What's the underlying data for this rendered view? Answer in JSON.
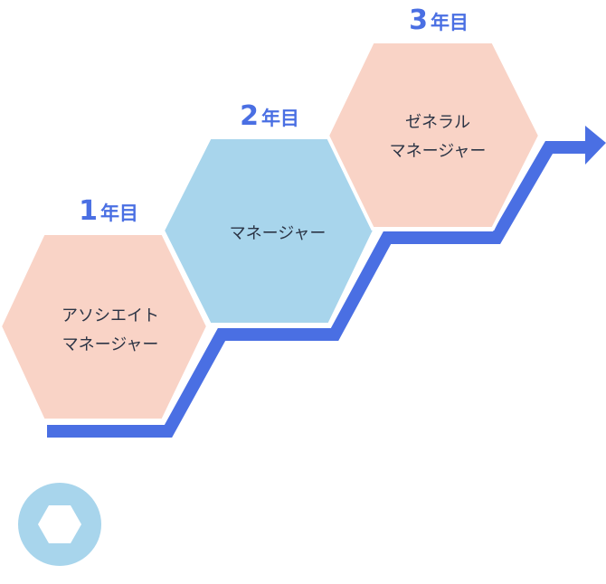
{
  "colors": {
    "accent": "#4a6fe3",
    "hex_peach": "#f9d3c6",
    "hex_blue": "#a8d5ec",
    "text": "#2b3445",
    "badge": "#a8d5ec"
  },
  "steps": [
    {
      "year_number": "1",
      "year_suffix": "年目",
      "lines": [
        "アソシエイト",
        "マネージャー"
      ],
      "color": "#f9d3c6"
    },
    {
      "year_number": "2",
      "year_suffix": "年目",
      "lines": [
        "マネージャー"
      ],
      "color": "#a8d5ec"
    },
    {
      "year_number": "3",
      "year_suffix": "年目",
      "lines": [
        "ゼネラル",
        "マネージャー"
      ],
      "color": "#f9d3c6"
    }
  ],
  "arrow_icon": "arrow-right-icon",
  "badge_icon": "hexagon-badge-icon"
}
